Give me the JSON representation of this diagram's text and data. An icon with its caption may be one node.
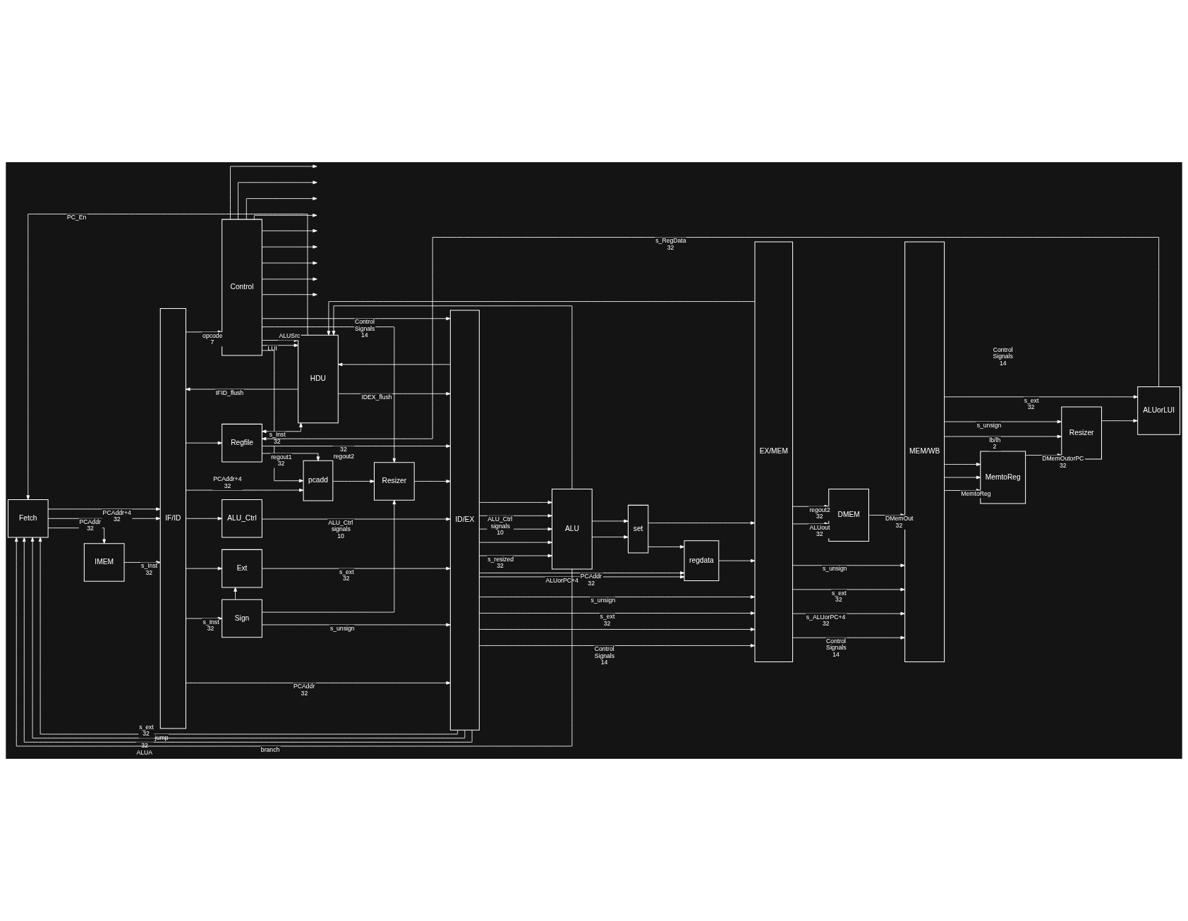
{
  "diagram": {
    "nodes": [
      {
        "text": [
          "Fetch"
        ]
      },
      {
        "text": [
          "IMEM"
        ]
      },
      {
        "text": [
          "IF/ID"
        ]
      },
      {
        "text": [
          "Control"
        ]
      },
      {
        "text": [
          "HDU"
        ]
      },
      {
        "text": [
          "Regfile"
        ]
      },
      {
        "text": [
          "ALU_Ctrl"
        ]
      },
      {
        "text": [
          "Ext"
        ]
      },
      {
        "text": [
          "Sign"
        ]
      },
      {
        "text": [
          "pcadd"
        ]
      },
      {
        "text": [
          "Resizer"
        ]
      },
      {
        "text": [
          "ID/EX"
        ]
      },
      {
        "text": [
          "ALU"
        ]
      },
      {
        "text": [
          "set"
        ]
      },
      {
        "text": [
          "regdata"
        ]
      },
      {
        "text": [
          "EX/MEM"
        ]
      },
      {
        "text": [
          "DMEM"
        ]
      },
      {
        "text": [
          "MEM/WB"
        ]
      },
      {
        "text": [
          "MemtoReg"
        ]
      },
      {
        "text": [
          "Resizer"
        ]
      },
      {
        "text": [
          "ALUorLUI"
        ]
      }
    ],
    "edges": [
      {
        "from": 0,
        "to": 1,
        "arrow": "to"
      },
      {
        "from": 0,
        "to": 2,
        "arrow": "to",
        "label": "PCAddr 32"
      },
      {
        "from": 0,
        "to": 2,
        "arrow": "to",
        "label": "PCAddr+4 32"
      },
      {
        "from": 1,
        "to": 2,
        "arrow": "to",
        "label": "s_Inst 32"
      },
      {
        "from": 2,
        "to": 3,
        "arrow": "to",
        "label": "opcode 7"
      },
      {
        "from": 4,
        "to": 2,
        "arrow": "to",
        "label": "IFID_flush"
      },
      {
        "from": 4,
        "to": 0,
        "arrow": "to",
        "label": "PC_En"
      },
      {
        "from": 11,
        "to": 0,
        "arrow": "to",
        "label": "jump"
      },
      {
        "from": 12,
        "to": 0,
        "arrow": "to",
        "label": "branch"
      },
      {
        "from": 11,
        "to": 0,
        "arrow": "to",
        "label": "s_ext 32"
      },
      {
        "from": 11,
        "to": 0,
        "arrow": "to",
        "label": "32 ALUA"
      },
      {
        "from": 3,
        "to": 4,
        "arrow": "to",
        "label": "LUI"
      },
      {
        "from": 3,
        "to": 4,
        "arrow": "to",
        "label": "ALUSrc"
      },
      {
        "from": 3,
        "to": null,
        "arrow": "to"
      },
      {
        "from": 3,
        "to": null,
        "arrow": "to"
      },
      {
        "from": 3,
        "to": null,
        "arrow": "to"
      },
      {
        "from": 3,
        "to": null,
        "arrow": "to"
      },
      {
        "from": 3,
        "to": null,
        "arrow": "to"
      },
      {
        "from": 3,
        "to": null,
        "arrow": "to"
      },
      {
        "from": 3,
        "to": null,
        "arrow": "to"
      },
      {
        "from": 3,
        "to": null,
        "arrow": "to"
      },
      {
        "from": 3,
        "to": null,
        "arrow": "to"
      },
      {
        "from": 3,
        "to": 11,
        "arrow": "to",
        "label": "Control Signals 14"
      },
      {
        "from": 3,
        "to": 9,
        "arrow": "to"
      },
      {
        "from": 3,
        "to": 10,
        "arrow": "to"
      },
      {
        "from": 4,
        "to": 11,
        "arrow": "to",
        "label": "IDEX_flush"
      },
      {
        "from": 12,
        "to": 4,
        "arrow": "to"
      },
      {
        "from": 5,
        "to": 4,
        "arrow": "both",
        "label": "s_Inst 32"
      },
      {
        "from": 15,
        "to": 4,
        "arrow": "to"
      },
      {
        "from": 11,
        "to": 4,
        "arrow": "to"
      },
      {
        "from": 2,
        "to": 11,
        "arrow": "to",
        "label": "PCAddr 32"
      },
      {
        "from": 2,
        "to": 9,
        "arrow": "to",
        "label": "PCAddr+4 32"
      },
      {
        "from": 2,
        "to": 5,
        "arrow": "to"
      },
      {
        "from": 2,
        "to": 6,
        "arrow": "to"
      },
      {
        "from": 2,
        "to": 7,
        "arrow": "to"
      },
      {
        "from": 2,
        "to": 8,
        "arrow": "to",
        "label": "s_Inst 32"
      },
      {
        "from": 20,
        "to": 5,
        "arrow": "to",
        "label": "s_RegData 32"
      },
      {
        "from": 5,
        "to": 9,
        "arrow": "to",
        "label": "regout1 32"
      },
      {
        "from": 5,
        "to": 11,
        "arrow": "to",
        "label": "32 regout2"
      },
      {
        "from": 6,
        "to": 11,
        "arrow": "to",
        "label": "ALU_Ctrl signals 10"
      },
      {
        "from": 7,
        "to": 11,
        "arrow": "to",
        "label": "s_ext 32"
      },
      {
        "from": 8,
        "to": 11,
        "arrow": "to",
        "label": "s_unsign"
      },
      {
        "from": 8,
        "to": 10,
        "arrow": "to"
      },
      {
        "from": 8,
        "to": 7,
        "arrow": "to"
      },
      {
        "from": 9,
        "to": 10,
        "arrow": "to"
      },
      {
        "from": 10,
        "to": 11,
        "arrow": "to"
      },
      {
        "from": 11,
        "to": 15,
        "arrow": "to",
        "label": "Control Signals 14"
      },
      {
        "from": 11,
        "to": 14,
        "arrow": "to",
        "label": "ALUorPC+4"
      },
      {
        "from": 11,
        "to": 14,
        "arrow": "to",
        "label": "PCAddr 32"
      },
      {
        "from": 11,
        "to": 12,
        "arrow": "to",
        "label": "s_resized 32"
      },
      {
        "from": 11,
        "to": 12,
        "arrow": "to"
      },
      {
        "from": 11,
        "to": 15,
        "arrow": "to"
      },
      {
        "from": 11,
        "to": 12,
        "arrow": "to"
      },
      {
        "from": 11,
        "to": 12,
        "arrow": "to",
        "label": "ALU_Ctrl signals 10"
      },
      {
        "from": 11,
        "to": 15,
        "arrow": "to",
        "label": "s_ext 32"
      },
      {
        "from": 11,
        "to": 15,
        "arrow": "to",
        "label": "s_unsign"
      },
      {
        "from": 11,
        "to": 12,
        "arrow": "to"
      },
      {
        "from": 12,
        "to": 13,
        "arrow": "to"
      },
      {
        "from": 12,
        "to": 13,
        "arrow": "to"
      },
      {
        "from": 13,
        "to": 14,
        "arrow": "to"
      },
      {
        "from": 13,
        "to": 15,
        "arrow": "to"
      },
      {
        "from": 14,
        "to": 15,
        "arrow": "to"
      },
      {
        "from": 15,
        "to": 17,
        "arrow": "to",
        "label": "Control Signals 14"
      },
      {
        "from": 15,
        "to": 17,
        "arrow": "to",
        "label": "s_ALUorPC+4 32"
      },
      {
        "from": 15,
        "to": 16,
        "arrow": "to",
        "label": "ALUout 32"
      },
      {
        "from": 15,
        "to": 16,
        "arrow": "to",
        "label": "regout2 32"
      },
      {
        "from": 15,
        "to": 17,
        "arrow": "to",
        "label": "s_ext 32"
      },
      {
        "from": 15,
        "to": 17,
        "arrow": "to",
        "label": "s_unsign"
      },
      {
        "from": 16,
        "to": 17,
        "arrow": "to",
        "label": "DMemOut 32"
      },
      {
        "from": 17,
        "to": 18,
        "arrow": "to",
        "label": "MemtoReg"
      },
      {
        "from": 17,
        "to": 19,
        "arrow": "to",
        "label": "lb/lh 2"
      },
      {
        "from": 17,
        "to": 18,
        "arrow": "to"
      },
      {
        "from": 17,
        "to": 18,
        "arrow": "to"
      },
      {
        "from": 18,
        "to": 19,
        "arrow": "to",
        "label": "DMemOutorPC 32"
      },
      {
        "from": 17,
        "to": 20,
        "arrow": "to",
        "label": "s_ext 32"
      },
      {
        "from": 17,
        "to": 19,
        "arrow": "to",
        "label": "s_unsign"
      },
      {
        "from": 19,
        "to": 20,
        "arrow": "to"
      }
    ],
    "labels": [
      "Control Signals 14"
    ]
  }
}
